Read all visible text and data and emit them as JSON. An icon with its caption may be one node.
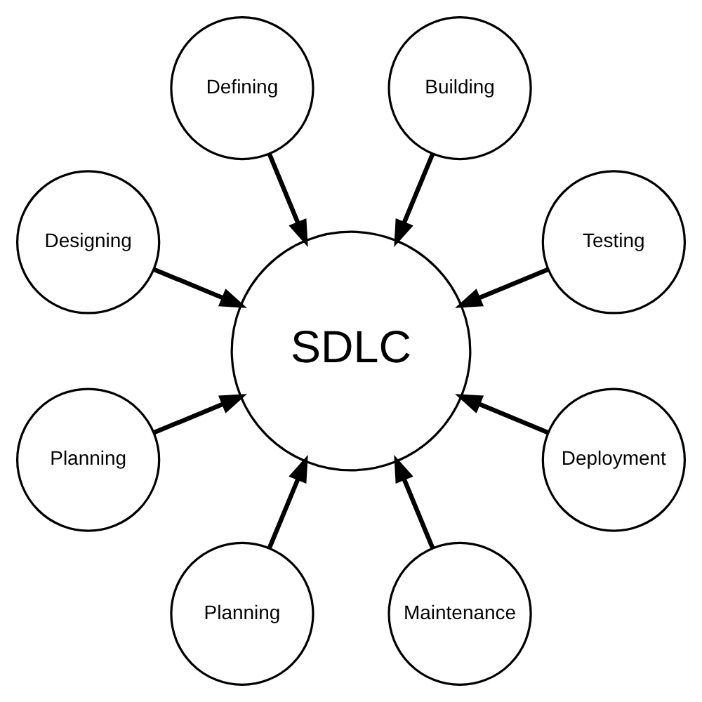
{
  "diagram": {
    "nodes": [
      {
        "text": [
          "SDLC"
        ]
      },
      {
        "text": [
          "Testing"
        ]
      },
      {
        "text": [
          "Building"
        ]
      },
      {
        "text": [
          "Defining"
        ]
      },
      {
        "text": [
          "Designing"
        ]
      },
      {
        "text": [
          "Planning"
        ]
      },
      {
        "text": [
          "Planning"
        ]
      },
      {
        "text": [
          "Maintenance"
        ]
      },
      {
        "text": [
          "Deployment"
        ]
      }
    ],
    "edges": [
      {
        "from": 1,
        "to": 0,
        "arrow": "to"
      },
      {
        "from": 2,
        "to": 0,
        "arrow": "to"
      },
      {
        "from": 3,
        "to": 0,
        "arrow": "to"
      },
      {
        "from": 4,
        "to": 0,
        "arrow": "to"
      },
      {
        "from": 5,
        "to": 0,
        "arrow": "to"
      },
      {
        "from": 6,
        "to": 0,
        "arrow": "to"
      },
      {
        "from": 7,
        "to": 0,
        "arrow": "to"
      },
      {
        "from": 8,
        "to": 0,
        "arrow": "to"
      }
    ]
  }
}
